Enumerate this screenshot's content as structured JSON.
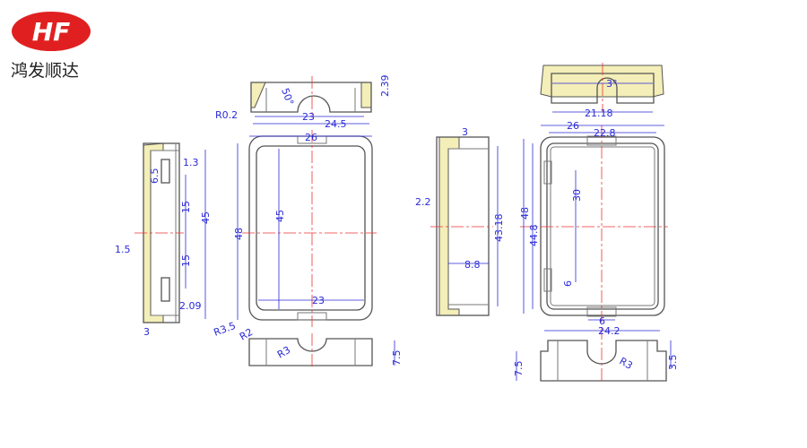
{
  "logo": {
    "text": "HF",
    "color": "#e02020"
  },
  "brand": "鸿发顺达",
  "colors": {
    "dimension": "#2a2ad8",
    "centerline": "#e33333",
    "hatch": "#f4eeb8"
  },
  "dims": {
    "left_side": {
      "d1": "1.3",
      "d2": "6.5",
      "d3": "15",
      "d4": "15",
      "d5": "45",
      "d6": "1.5",
      "d7": "2.09",
      "d8": "3"
    },
    "mid_top": {
      "r": "R0.2",
      "angle": "50°",
      "w1": "23",
      "w2": "24.5",
      "h": "2.39"
    },
    "mid_front": {
      "w": "26",
      "h": "48",
      "ih": "45",
      "iw": "23",
      "r1": "R3.5",
      "r2": "R2"
    },
    "mid_bottom": {
      "r": "R3",
      "h": "7.5"
    },
    "right_side": {
      "w": "3",
      "t": "2.2",
      "h": "43.18",
      "d": "8.8"
    },
    "right_top": {
      "angle": "3°",
      "w": "21.18"
    },
    "right_front": {
      "w": "26",
      "iw": "22.8",
      "h": "48",
      "ih": "44.8",
      "s": "30",
      "s2": "6",
      "s3": "6"
    },
    "right_bottom": {
      "w": "24.2",
      "h": "7.5",
      "h2": "3.5",
      "r": "R3"
    }
  }
}
